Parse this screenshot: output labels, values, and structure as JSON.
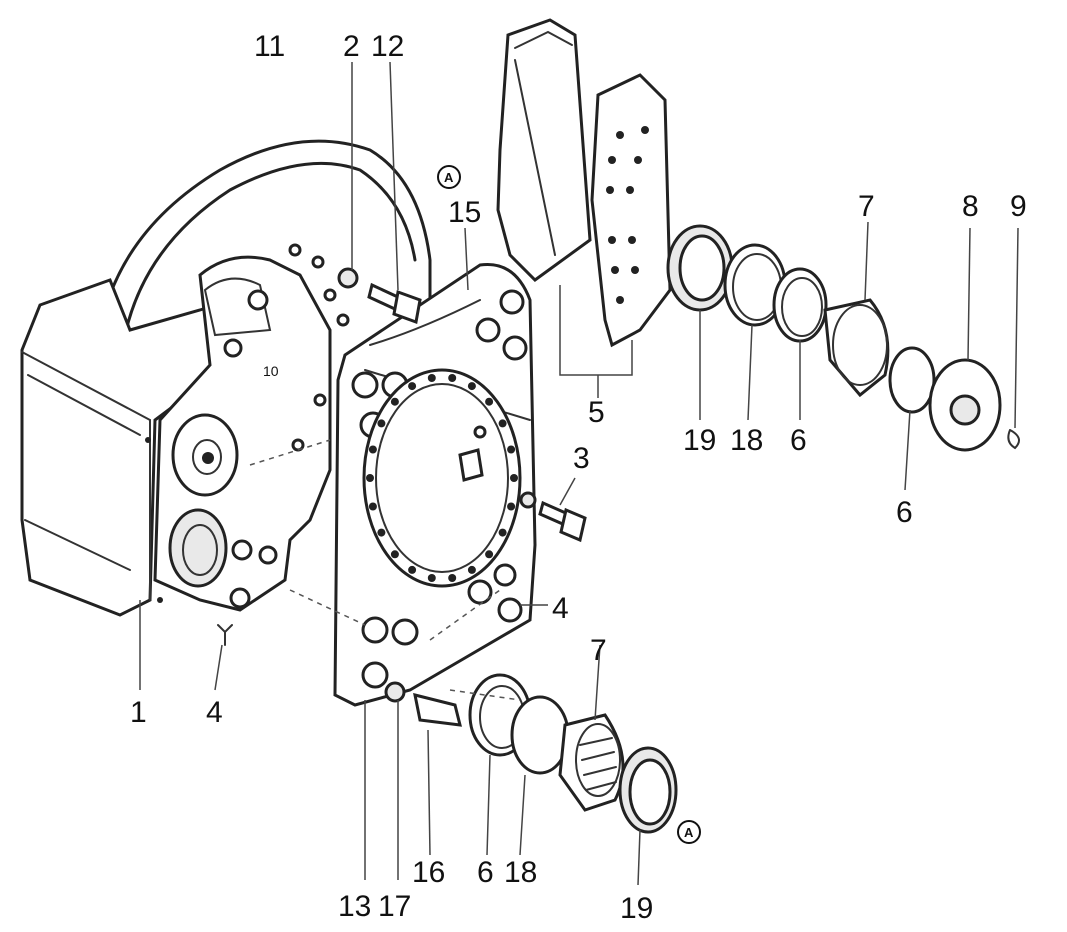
{
  "callouts": {
    "c1": "1",
    "c2": "2",
    "c3": "3",
    "c4a": "4",
    "c4b": "4",
    "c5": "5",
    "c6a": "6",
    "c6b": "6",
    "c6c": "6",
    "c7a": "7",
    "c7b": "7",
    "c8": "8",
    "c9": "9",
    "c10": "10",
    "c11": "11",
    "c12": "12",
    "c13": "13",
    "c15": "15",
    "c16": "16",
    "c17": "17",
    "c18a": "18",
    "c18b": "18",
    "c19a": "19",
    "c19b": "19"
  },
  "reference_marks": {
    "top": "A",
    "bottom": "A"
  }
}
